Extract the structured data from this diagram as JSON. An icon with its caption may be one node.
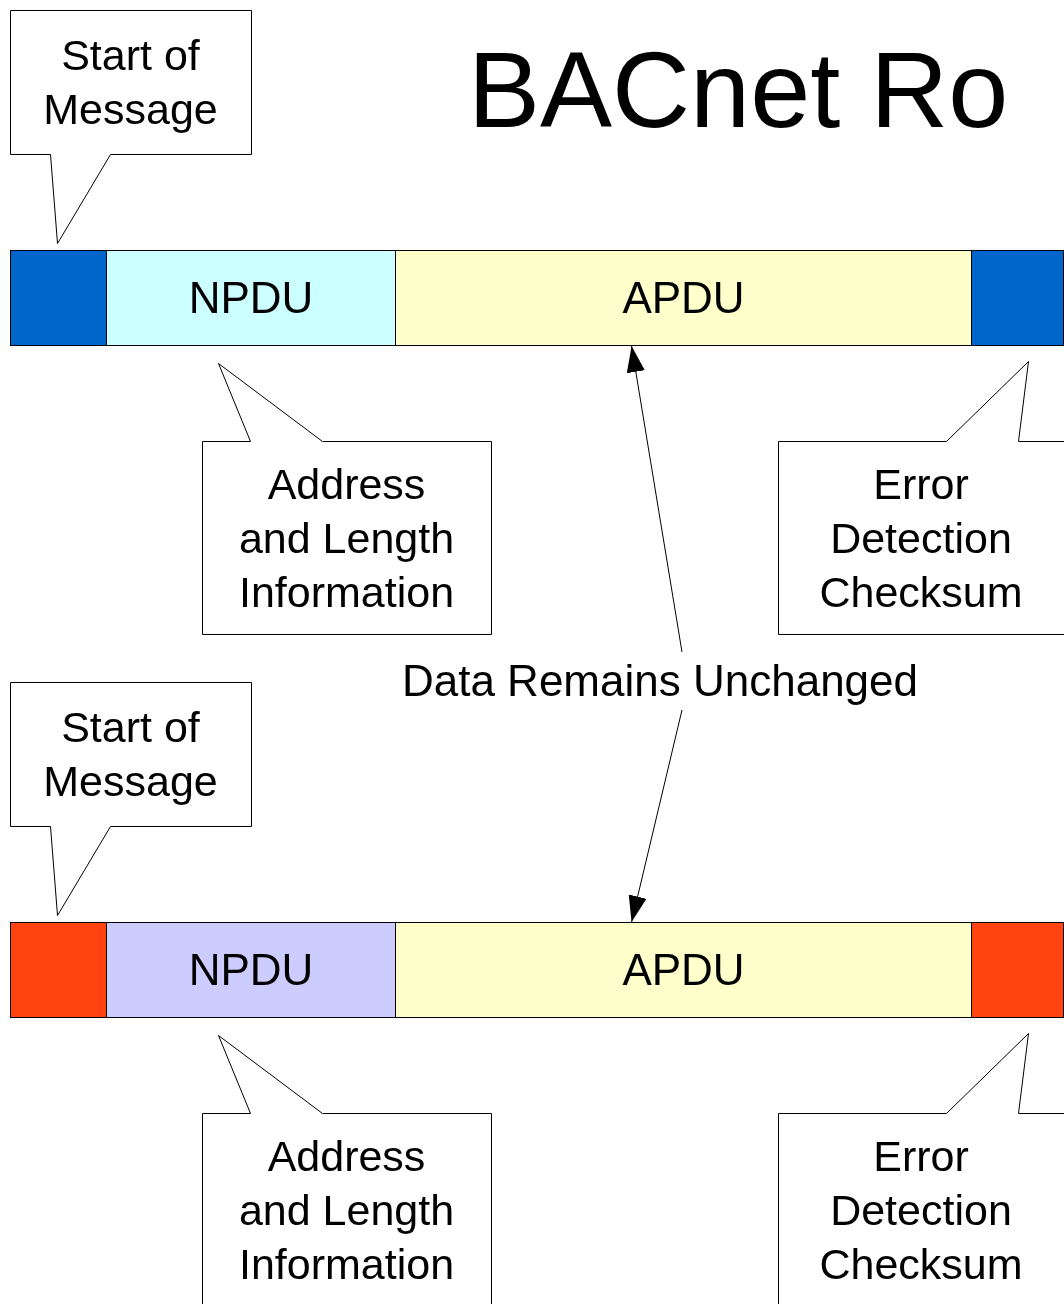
{
  "diagram": {
    "title": "BACnet Ro",
    "nodes": [
      {
        "text": [
          "Start of Message"
        ]
      },
      {
        "text": [],
        "shape": "bar"
      },
      {
        "text": [
          "NPDU"
        ]
      },
      {
        "text": [
          "APDU"
        ]
      },
      {
        "text": [],
        "shape": "bar"
      },
      {
        "text": [
          "Address and Length Information"
        ]
      },
      {
        "text": [
          "Error Detection Checksum"
        ]
      },
      {
        "text": [
          "Data Remains Unchanged"
        ]
      },
      {
        "text": [
          "Start of Message"
        ]
      },
      {
        "text": [],
        "shape": "bar"
      },
      {
        "text": [
          "NPDU"
        ]
      },
      {
        "text": [
          "APDU"
        ]
      },
      {
        "text": [],
        "shape": "bar"
      },
      {
        "text": [
          "Address and Length Information"
        ]
      },
      {
        "text": [
          "Error Detection Checksum"
        ]
      }
    ],
    "edges": [
      {
        "from": 7,
        "to": 3,
        "arrow": "to"
      },
      {
        "from": 7,
        "to": 11,
        "arrow": "to"
      }
    ]
  }
}
